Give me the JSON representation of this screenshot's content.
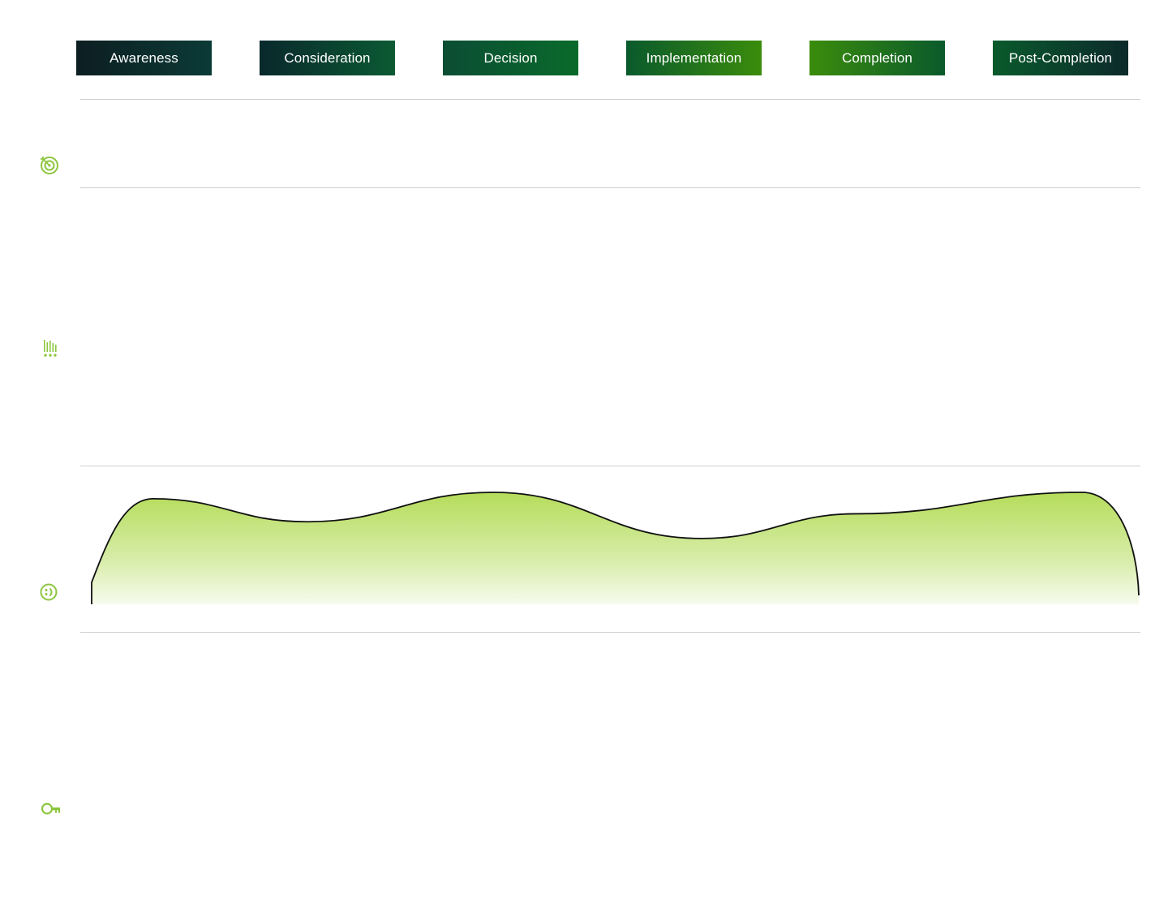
{
  "colors": {
    "accent_green": "#8dc63f",
    "dark_teal": "#0c2a2b",
    "forest_green": "#0a5e2c",
    "bright_green": "#2f8a0f",
    "curve_stroke": "#111111",
    "fill_top": "#b5dc5a",
    "fill_bottom": "#ffffff",
    "divider": "#cfcfcf"
  },
  "stages": [
    {
      "label": "Awareness",
      "gradient": [
        "#0d1e22",
        "#0b3a36"
      ]
    },
    {
      "label": "Consideration",
      "gradient": [
        "#09282c",
        "#0b5a33"
      ]
    },
    {
      "label": "Decision",
      "gradient": [
        "#0b4d34",
        "#0a6a2a"
      ]
    },
    {
      "label": "Implementation",
      "gradient": [
        "#0a5a2c",
        "#3a8c0c"
      ]
    },
    {
      "label": "Completion",
      "gradient": [
        "#3a8c0c",
        "#0a5a2c"
      ]
    },
    {
      "label": "Post-Completion",
      "gradient": [
        "#0a5a2c",
        "#0c2a2b"
      ]
    }
  ],
  "row_icons": [
    {
      "name": "goals-target-icon"
    },
    {
      "name": "activities-bars-icon"
    },
    {
      "name": "emotion-face-icon"
    },
    {
      "name": "opportunities-key-icon"
    }
  ],
  "chart_data": {
    "type": "area",
    "categories": [
      "Awareness",
      "Consideration",
      "Decision",
      "Implementation",
      "Completion",
      "Post-Completion"
    ],
    "series": [
      {
        "values": [
          0.92,
          0.63,
          1.0,
          0.42,
          0.73,
          1.0
        ]
      }
    ],
    "ylim": [
      0,
      1
    ],
    "grid": false
  }
}
